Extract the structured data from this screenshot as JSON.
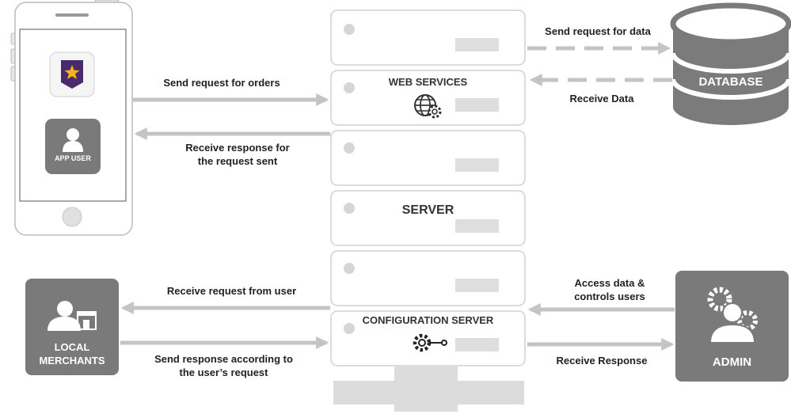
{
  "phone": {
    "app_user_label": "APP USER"
  },
  "server": {
    "web_services_label": "WEB SERVICES",
    "server_label": "SERVER",
    "config_server_label": "CONFIGURATION SERVER"
  },
  "database": {
    "label": "DATABASE"
  },
  "merchants": {
    "label_line1": "LOCAL",
    "label_line2": "MERCHANTS"
  },
  "admin": {
    "label": "ADMIN"
  },
  "arrows": {
    "send_orders": "Send request for orders",
    "receive_response_line1": "Receive response for",
    "receive_response_line2": "the request sent",
    "send_data": "Send request for data",
    "receive_data": "Receive Data",
    "receive_request_user": "Receive request from user",
    "send_response_line1": "Send response according to",
    "send_response_line2": "the user’s request",
    "access_data_line1": "Access data &",
    "access_data_line2": "controls  users",
    "receive_response_admin": "Receive Response"
  },
  "colors": {
    "arrow": "#c4c4c4",
    "dark_box": "#7a7a7a",
    "database": "#7b7b7b",
    "app_icon": "#4a2a6a",
    "star": "#f2b51d"
  }
}
